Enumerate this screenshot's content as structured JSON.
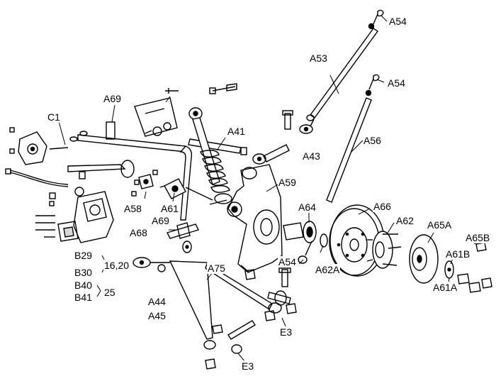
{
  "labels": {
    "A54_top": "A54",
    "A53": "A53",
    "A54_mid": "A54",
    "A69_top": "A69",
    "C1": "C1",
    "A41": "A41",
    "A56": "A56",
    "A43": "A43",
    "A59": "A59",
    "A66": "A66",
    "A58": "A58",
    "A61": "A61",
    "A64": "A64",
    "A62": "A62",
    "A65A": "A65A",
    "A65B": "A65B",
    "A69_mid": "A69",
    "A68": "A68",
    "A61B": "A61B",
    "B29": "B29",
    "B30": "B30",
    "ref_16_20": "16,20",
    "A54_low": "A54",
    "A62A": "A62A",
    "A75": "A75",
    "B40": "B40",
    "B41": "B41",
    "ref_25": "25",
    "A61A": "A61A",
    "A44": "A44",
    "A45": "A45",
    "E3_mid": "E3",
    "E3_low": "E3"
  }
}
